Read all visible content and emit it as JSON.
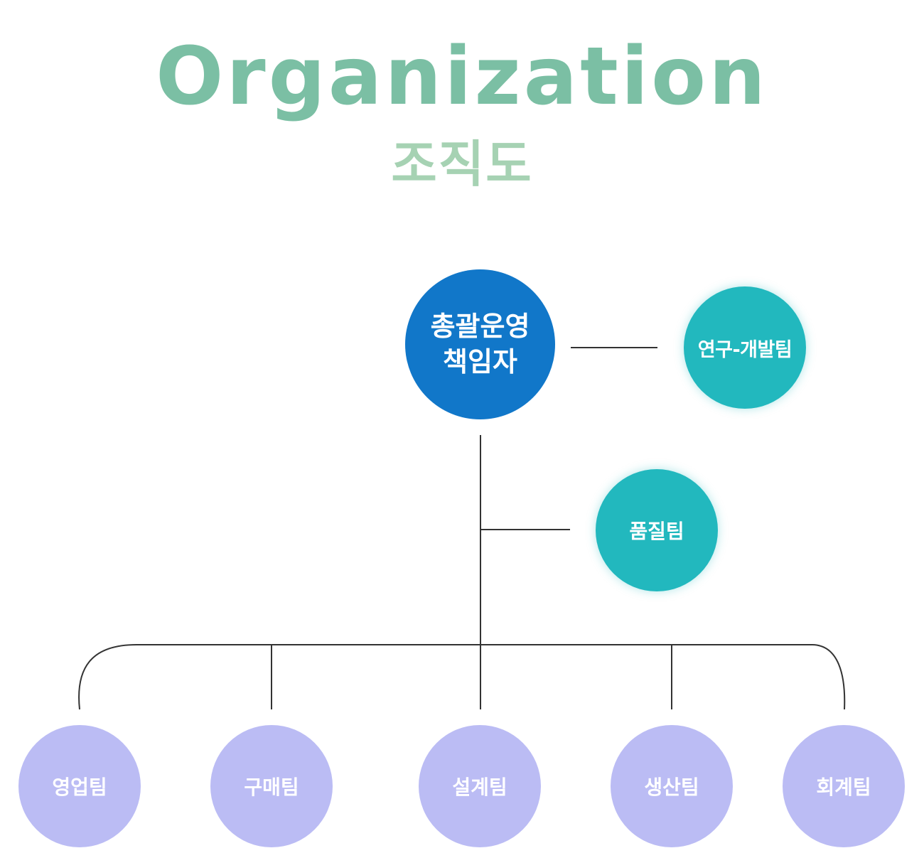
{
  "title": "Organization",
  "subtitle": "조직도",
  "colors": {
    "title": "#7bbfa4",
    "subtitle": "#a6d2b3",
    "head_node": "#1177c9",
    "teal_node": "#22b8be",
    "team_node": "#bbbcf4",
    "connector": "#333333"
  },
  "head": {
    "line1": "총괄운영",
    "line2": "책임자"
  },
  "staff": {
    "rnd": "연구-개발팀",
    "qa": "품질팀"
  },
  "teams": [
    "영업팀",
    "구매팀",
    "설계팀",
    "생산팀",
    "회계팀"
  ]
}
